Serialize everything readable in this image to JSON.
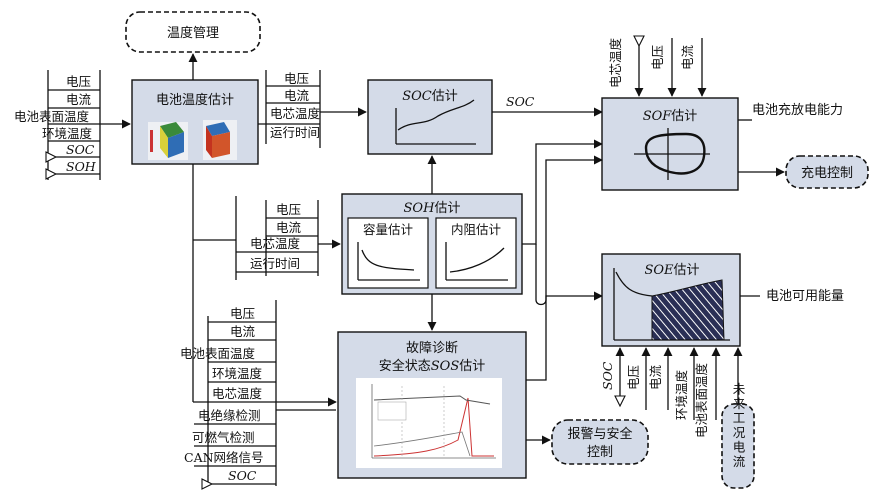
{
  "temp_mgmt": "温度管理",
  "battery_temp": {
    "title": "电池温度估计",
    "inputs": [
      "电压",
      "电流",
      "电池表面温度",
      "环境温度",
      "SOC",
      "SOH"
    ],
    "outputs": [
      "电压",
      "电流",
      "电芯温度",
      "运行时间"
    ]
  },
  "soc": {
    "title_italic": "SOC",
    "title_rest": "估计",
    "out": "SOC"
  },
  "soh": {
    "title_italic": "SOH",
    "title_rest": "估计",
    "capacity": "容量估计",
    "resistance": "内阻估计",
    "inputs": [
      "电压",
      "电流",
      "电芯温度",
      "运行时间"
    ]
  },
  "sof": {
    "title_italic": "SOF",
    "title_rest": "估计",
    "top_inputs": [
      "电芯温度",
      "电压",
      "电流"
    ],
    "out": "电池充放电能力",
    "charge_ctrl": "充电控制"
  },
  "soe": {
    "title_italic": "SOE",
    "title_rest": "估计",
    "out": "电池可用能量",
    "bottom_inputs": [
      "SOC",
      "电压",
      "电流",
      "环境温度",
      "电池表面温度"
    ],
    "future": "未来工况电流"
  },
  "fault": {
    "title1": "故障诊断",
    "title2_pre": "安全状态",
    "title2_italic": "SOS",
    "title2_post": "估计",
    "inputs": [
      "电压",
      "电流",
      "电池表面温度",
      "环境温度",
      "电芯温度",
      "电绝缘检测",
      "可燃气检测",
      "CAN网络信号",
      "SOC"
    ],
    "alarm_line1": "报警与安全",
    "alarm_line2": "控制"
  },
  "colors": {
    "box_fill": "#d4dbe8",
    "line": "#111111"
  }
}
